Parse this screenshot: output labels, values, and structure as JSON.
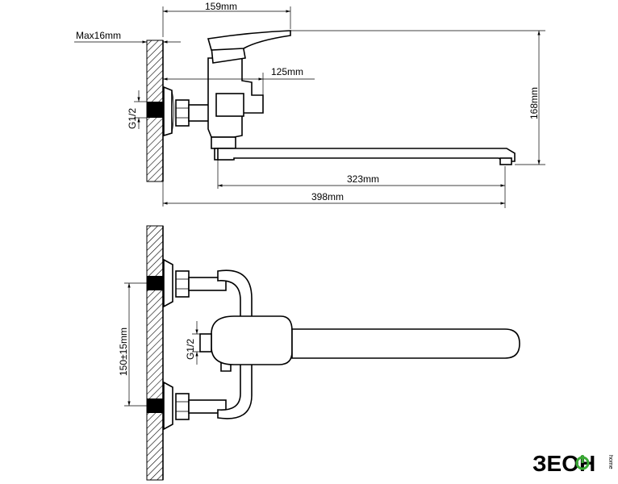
{
  "dimensions": {
    "top_width": "159mm",
    "max_wall": "Max16mm",
    "depth_125": "125mm",
    "height_168": "168mm",
    "spout_323": "323mm",
    "total_398": "398mm",
    "thread_top": "G1/2",
    "thread_bottom": "G1/2",
    "spacing": "150±15mm"
  },
  "brand": {
    "name": "ЗЕОН",
    "tagline": "home"
  },
  "colors": {
    "line": "#000000",
    "brand_green": "#3aaa35"
  }
}
